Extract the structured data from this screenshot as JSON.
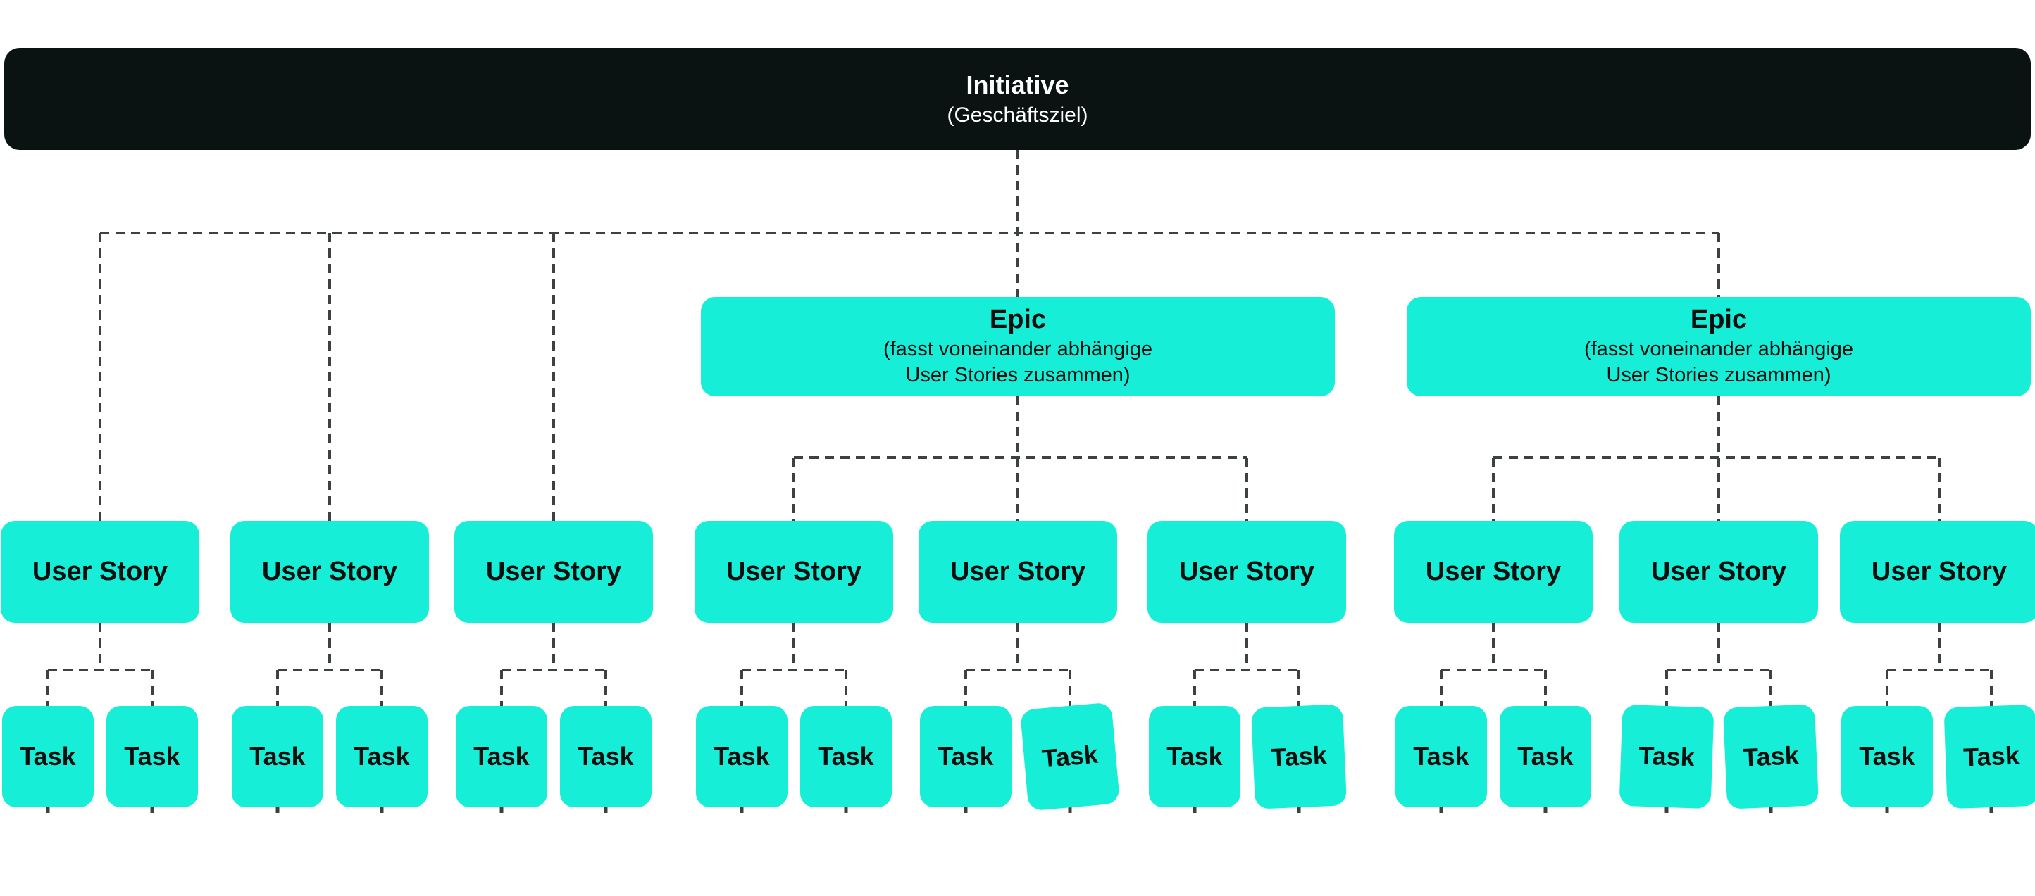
{
  "diagram": {
    "initiative": {
      "title": "Initiative",
      "subtitle": "(Geschäftsziel)"
    },
    "epics": [
      {
        "title": "Epic",
        "subtitle_lines": [
          "(fasst voneinander abhängige",
          "User Stories zusammen)"
        ]
      },
      {
        "title": "Epic",
        "subtitle_lines": [
          "(fasst voneinander abhängige",
          "User Stories zusammen)"
        ]
      }
    ],
    "user_story_label": "User Story",
    "task_label": "Task",
    "counts": {
      "epics": 2,
      "user_stories": 9,
      "tasks_per_story": 2
    },
    "colors": {
      "initiative_bg": "#0a1312",
      "initiative_text": "#ffffff",
      "node_bg": "#17eed8",
      "node_text": "#0b100f",
      "connector": "#3c4242",
      "background": "#ffffff"
    }
  }
}
